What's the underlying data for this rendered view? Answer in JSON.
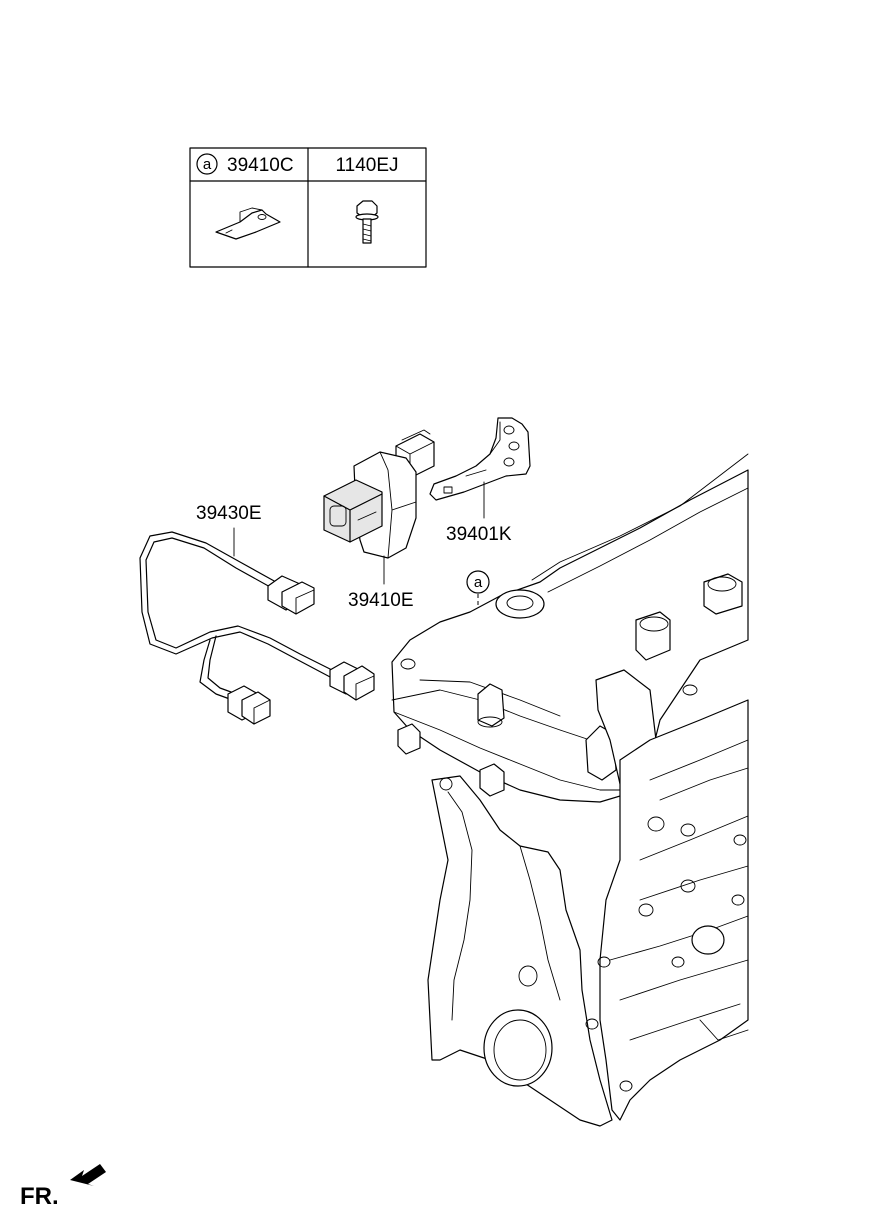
{
  "legend_table": {
    "col1_marker": "a",
    "col1_part": "39410C",
    "col2_part": "1140EJ"
  },
  "callouts": {
    "wiring_harness": "39430E",
    "bracket": "39401K",
    "sensor": "39410E",
    "location_marker": "a"
  },
  "orientation": {
    "label": "FR."
  }
}
